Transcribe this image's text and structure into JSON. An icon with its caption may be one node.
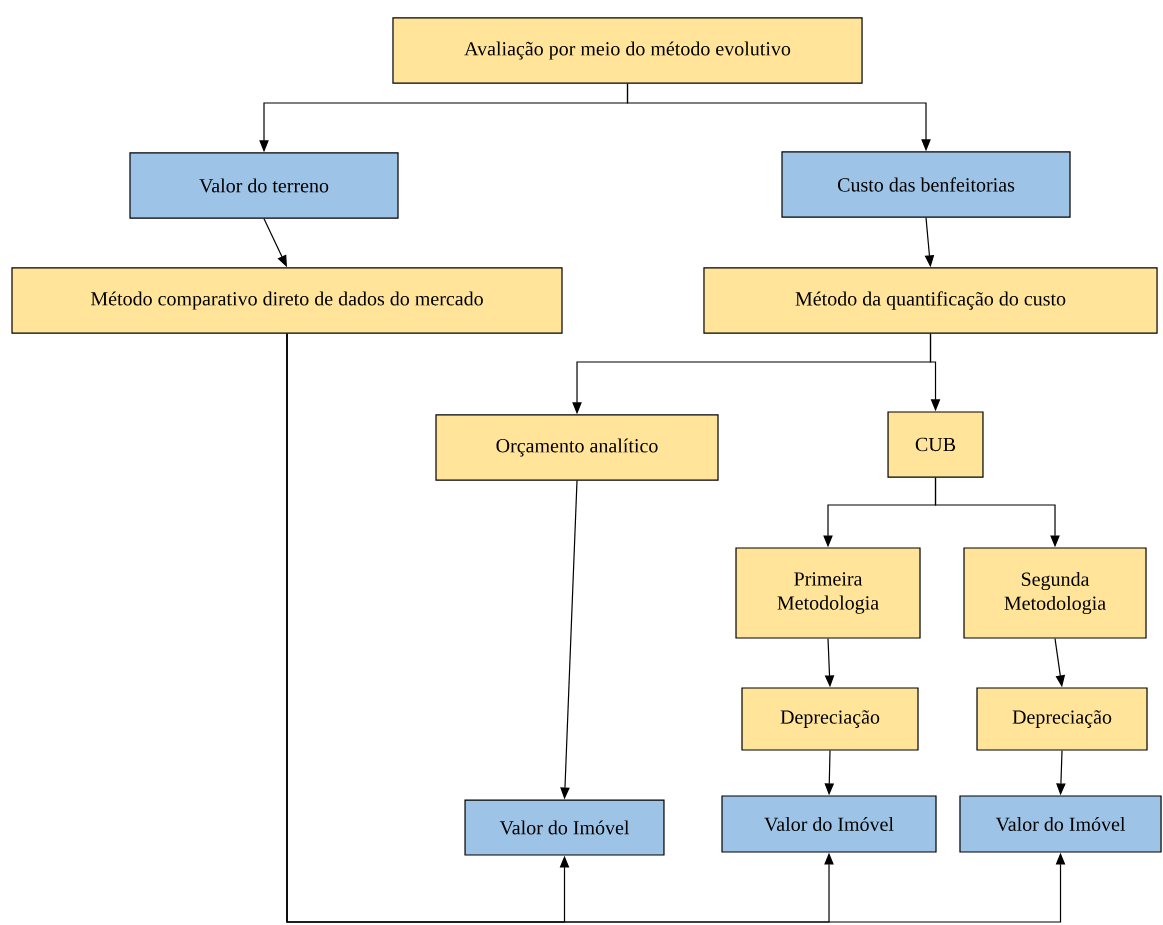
{
  "diagram": {
    "nodes": [
      {
        "text": [
          "Avaliação por meio do método evolutivo"
        ]
      },
      {
        "text": [
          "Valor do terreno"
        ]
      },
      {
        "text": [
          "Custo das benfeitorias"
        ]
      },
      {
        "text": [
          "Método comparativo direto de dados do mercado"
        ]
      },
      {
        "text": [
          "Método da quantificação do custo"
        ]
      },
      {
        "text": [
          "Orçamento analítico"
        ]
      },
      {
        "text": [
          "CUB"
        ]
      },
      {
        "text": [
          "Primeira Metodologia"
        ]
      },
      {
        "text": [
          "Segunda Metodologia"
        ]
      },
      {
        "text": [
          "Depreciação"
        ]
      },
      {
        "text": [
          "Depreciação"
        ]
      },
      {
        "text": [
          "Valor do Imóvel"
        ]
      },
      {
        "text": [
          "Valor do Imóvel"
        ]
      },
      {
        "text": [
          "Valor do Imóvel"
        ]
      }
    ],
    "edges": [
      {
        "from": 0,
        "to": 1,
        "arrow": "to"
      },
      {
        "from": 0,
        "to": 2,
        "arrow": "to"
      },
      {
        "from": 1,
        "to": 3,
        "arrow": "to"
      },
      {
        "from": 2,
        "to": 4,
        "arrow": "to"
      },
      {
        "from": 4,
        "to": 5,
        "arrow": "to"
      },
      {
        "from": 4,
        "to": 6,
        "arrow": "to"
      },
      {
        "from": 5,
        "to": 11,
        "arrow": "to"
      },
      {
        "from": 6,
        "to": 7,
        "arrow": "to"
      },
      {
        "from": 6,
        "to": 8,
        "arrow": "to"
      },
      {
        "from": 7,
        "to": 9,
        "arrow": "to"
      },
      {
        "from": 8,
        "to": 10,
        "arrow": "to"
      },
      {
        "from": 9,
        "to": 12,
        "arrow": "to"
      },
      {
        "from": 10,
        "to": 13,
        "arrow": "to"
      },
      {
        "from": 3,
        "to": 11,
        "arrow": "to"
      },
      {
        "from": 3,
        "to": 12,
        "arrow": "to"
      },
      {
        "from": 3,
        "to": 13,
        "arrow": "to"
      }
    ]
  }
}
